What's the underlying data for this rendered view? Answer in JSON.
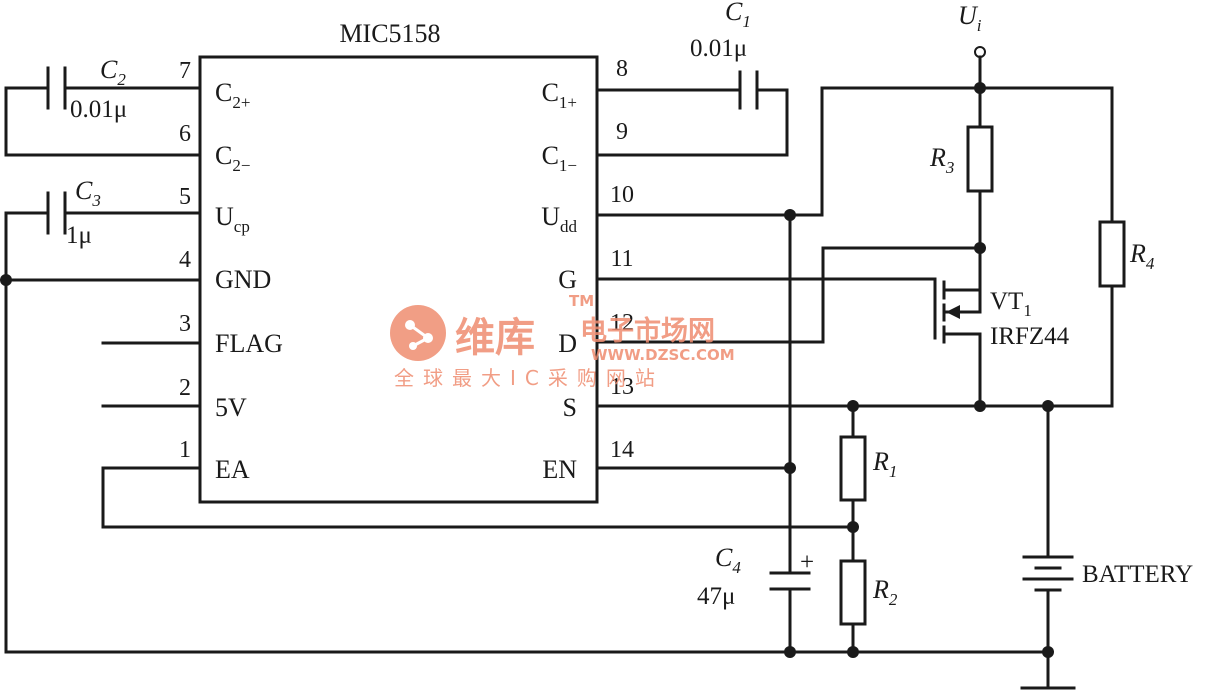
{
  "chip": {
    "name": "MIC5158",
    "pins_left": [
      {
        "num": "7",
        "label": "C",
        "sub": "2+"
      },
      {
        "num": "6",
        "label": "C",
        "sub": "2−"
      },
      {
        "num": "5",
        "label": "U",
        "sub": "cp"
      },
      {
        "num": "4",
        "label": "GND",
        "sub": ""
      },
      {
        "num": "3",
        "label": "FLAG",
        "sub": ""
      },
      {
        "num": "2",
        "label": "5V",
        "sub": ""
      },
      {
        "num": "1",
        "label": "EA",
        "sub": ""
      }
    ],
    "pins_right": [
      {
        "num": "8",
        "label": "C",
        "sub": "1+"
      },
      {
        "num": "9",
        "label": "C",
        "sub": "1−"
      },
      {
        "num": "10",
        "label": "U",
        "sub": "dd"
      },
      {
        "num": "11",
        "label": "G",
        "sub": ""
      },
      {
        "num": "12",
        "label": "D",
        "sub": ""
      },
      {
        "num": "13",
        "label": "S",
        "sub": ""
      },
      {
        "num": "14",
        "label": "EN",
        "sub": ""
      }
    ]
  },
  "components": {
    "c1": {
      "name": "C",
      "sub": "1",
      "value": "0.01μ"
    },
    "c2": {
      "name": "C",
      "sub": "2",
      "value": "0.01μ"
    },
    "c3": {
      "name": "C",
      "sub": "3",
      "value": "1μ"
    },
    "c4": {
      "name": "C",
      "sub": "4",
      "value": "47μ",
      "polarity": "+"
    },
    "r1": {
      "name": "R",
      "sub": "1"
    },
    "r2": {
      "name": "R",
      "sub": "2"
    },
    "r3": {
      "name": "R",
      "sub": "3"
    },
    "r4": {
      "name": "R",
      "sub": "4"
    },
    "vt1": {
      "name": "VT",
      "sub": "1",
      "part": "IRFZ44"
    },
    "ui": {
      "name": "U",
      "sub": "i"
    },
    "battery": {
      "label": "BATTERY"
    }
  },
  "watermark": {
    "brand": "维库",
    "site_name": "电子市场网",
    "tm": "TM",
    "url": "WWW.DZSC.COM",
    "slogan": "全球最大IC采购网站",
    "color": "#ef8d70"
  }
}
